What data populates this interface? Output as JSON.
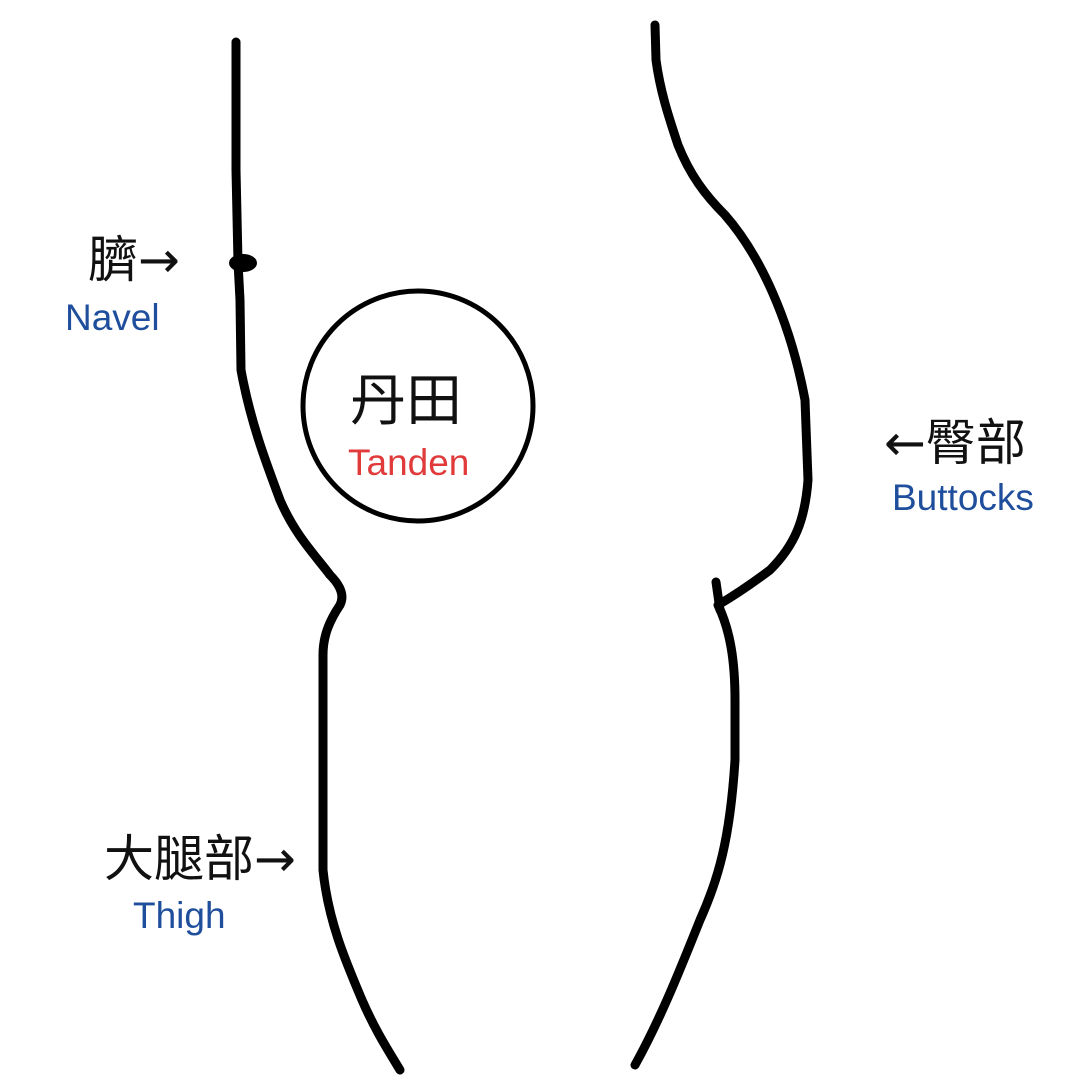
{
  "colors": {
    "outline": "#000000",
    "english_label": "#1f4e9c",
    "tanden_label": "#e03a3a",
    "japanese_label": "#111111"
  },
  "labels": {
    "navel": {
      "jp": "臍→",
      "en": "Navel"
    },
    "tanden": {
      "jp": "丹田",
      "en": "Tanden"
    },
    "buttocks": {
      "jp": "←臀部",
      "en": "Buttocks"
    },
    "thigh": {
      "jp": "大腿部→",
      "en": "Thigh"
    }
  }
}
